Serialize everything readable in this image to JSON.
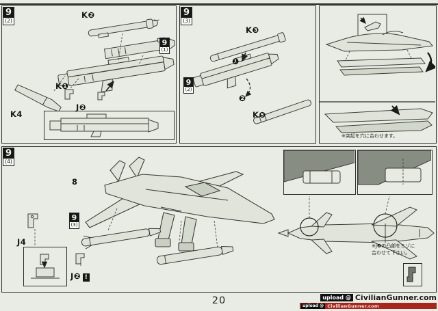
{
  "page": {
    "number": "20"
  },
  "watermark": {
    "prefix": "upload @",
    "site": "CivilianGunner.com",
    "bar_prefix": "upload @",
    "bar_site": "CivilianGunner.com"
  },
  "panel_a": {
    "badge_num": "9",
    "badge_sub": "(2)",
    "ref_num": "9",
    "ref_sub": "(1)",
    "label_k2": "K❷",
    "label_k1": "K❶",
    "label_j2": "J❷",
    "label_k4": "K4"
  },
  "panel_b": {
    "badge_num": "9",
    "badge_sub": "(3)",
    "ref_num": "9",
    "ref_sub": "(2)",
    "label_k3": "K❸",
    "label_k5": "K❺",
    "seq_1": "❶",
    "seq_2": "❷"
  },
  "panel_c": {
    "note": "※突起を穴に合わせます。"
  },
  "panel_d": {
    "badge_num": "9",
    "badge_sub": "(4)",
    "ref_num": "9",
    "ref_sub": "(3)",
    "label_8": "8",
    "label_j4": "J4",
    "label_j2": "J❷",
    "warning": "!",
    "note_line1": "※J❷の凸部をミゾに",
    "note_line2": "合わせて下さい。"
  }
}
